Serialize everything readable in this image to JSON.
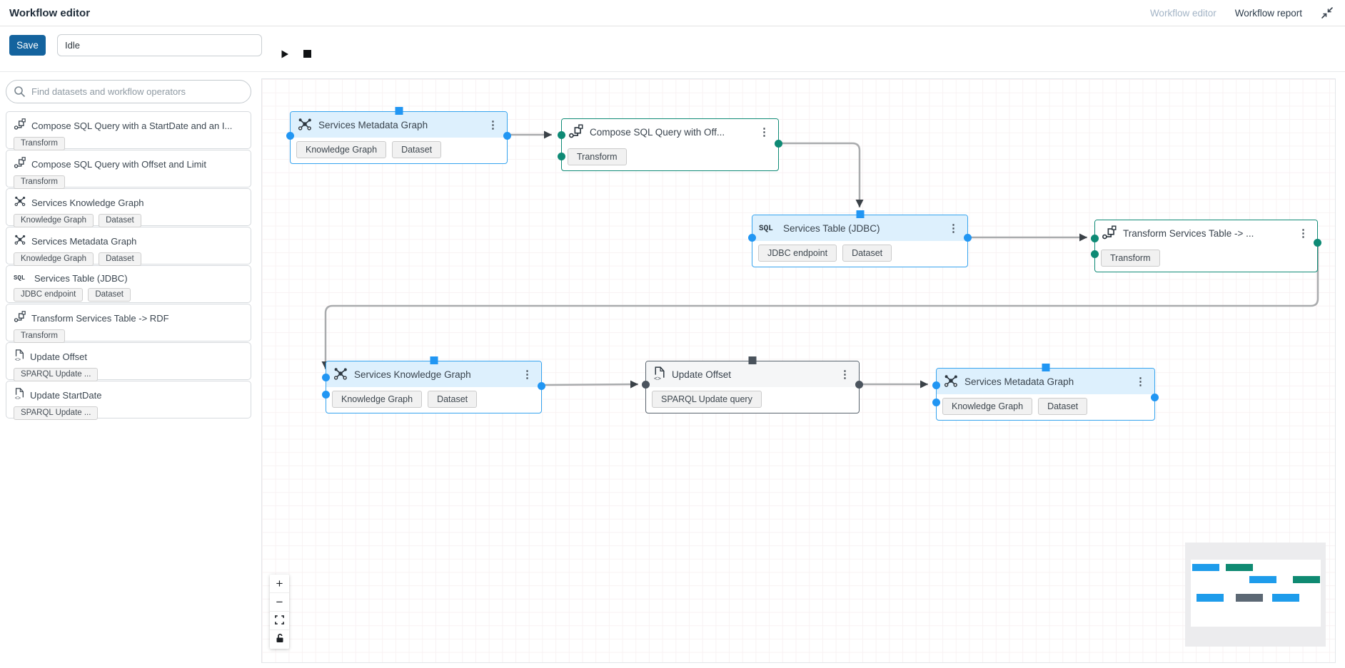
{
  "header": {
    "title": "Workflow editor",
    "tabs": [
      {
        "label": "Workflow editor",
        "state": "current-disabled"
      },
      {
        "label": "Workflow report",
        "state": "enabled"
      }
    ]
  },
  "toolbar": {
    "save_label": "Save",
    "status_value": "Idle"
  },
  "icons": {
    "kebab": "⋮",
    "zoom_in": "+",
    "zoom_out": "−"
  },
  "sidebar": {
    "search_placeholder": "Find datasets and workflow operators",
    "items": [
      {
        "icon": "transform-icon",
        "label": "Compose SQL Query with a StartDate and an I...",
        "tags": [
          "Transform"
        ]
      },
      {
        "icon": "transform-icon",
        "label": "Compose SQL Query with Offset and Limit",
        "tags": [
          "Transform"
        ]
      },
      {
        "icon": "knowledge-graph-icon",
        "label": "Services Knowledge Graph",
        "tags": [
          "Knowledge Graph",
          "Dataset"
        ]
      },
      {
        "icon": "knowledge-graph-icon",
        "label": "Services Metadata Graph",
        "tags": [
          "Knowledge Graph",
          "Dataset"
        ]
      },
      {
        "icon": "sql-icon",
        "label": "Services Table (JDBC)",
        "tags": [
          "JDBC endpoint",
          "Dataset"
        ]
      },
      {
        "icon": "transform-icon",
        "label": "Transform Services Table -> RDF",
        "tags": [
          "Transform"
        ]
      },
      {
        "icon": "sparql-file-icon",
        "label": "Update Offset",
        "tags": [
          "SPARQL Update ..."
        ]
      },
      {
        "icon": "sparql-file-icon",
        "label": "Update StartDate",
        "tags": [
          "SPARQL Update ..."
        ]
      }
    ]
  },
  "canvas": {
    "nodes": [
      {
        "label": "Services Metadata Graph",
        "type": "dataset",
        "icon": "knowledge-graph-icon",
        "tags": [
          "Knowledge Graph",
          "Dataset"
        ]
      },
      {
        "label": "Compose SQL Query with Off...",
        "type": "transform",
        "icon": "transform-icon",
        "tags": [
          "Transform"
        ]
      },
      {
        "label": "Services Table (JDBC)",
        "type": "dataset",
        "icon": "sql-icon",
        "tags": [
          "JDBC endpoint",
          "Dataset"
        ]
      },
      {
        "label": "Transform Services Table -> ...",
        "type": "transform",
        "icon": "transform-icon",
        "tags": [
          "Transform"
        ]
      },
      {
        "label": "Services Knowledge Graph",
        "type": "dataset",
        "icon": "knowledge-graph-icon",
        "tags": [
          "Knowledge Graph",
          "Dataset"
        ]
      },
      {
        "label": "Update Offset",
        "type": "sparql-task",
        "icon": "sparql-file-icon",
        "tags": [
          "SPARQL Update query"
        ]
      },
      {
        "label": "Services Metadata Graph",
        "type": "dataset",
        "icon": "knowledge-graph-icon",
        "tags": [
          "Knowledge Graph",
          "Dataset"
        ]
      }
    ],
    "edges": [
      {
        "from": "Services Metadata Graph",
        "to": "Compose SQL Query with Off..."
      },
      {
        "from": "Compose SQL Query with Off...",
        "to": "Services Table (JDBC)"
      },
      {
        "from": "Services Table (JDBC)",
        "to": "Transform Services Table -> ..."
      },
      {
        "from": "Transform Services Table -> ...",
        "to": "Services Knowledge Graph"
      },
      {
        "from": "Services Knowledge Graph",
        "to": "Update Offset"
      },
      {
        "from": "Update Offset",
        "to": "Services Metadata Graph"
      }
    ],
    "zoom_controls": [
      "zoom-in",
      "zoom-out",
      "fit-view",
      "lock"
    ]
  },
  "minimap": {
    "nodes": [
      {
        "color": "blue"
      },
      {
        "color": "teal"
      },
      {
        "color": "blue"
      },
      {
        "color": "teal"
      },
      {
        "color": "blue"
      },
      {
        "color": "gray"
      },
      {
        "color": "blue"
      }
    ]
  },
  "colors": {
    "primary_blue": "#14639e",
    "dataset_accent": "#2196f3",
    "dataset_header": "#ddf0fd",
    "transform_accent": "#0e8a75",
    "task_accent": "#59636d",
    "edge": "#a9abad",
    "arrowhead": "#3a4147"
  }
}
